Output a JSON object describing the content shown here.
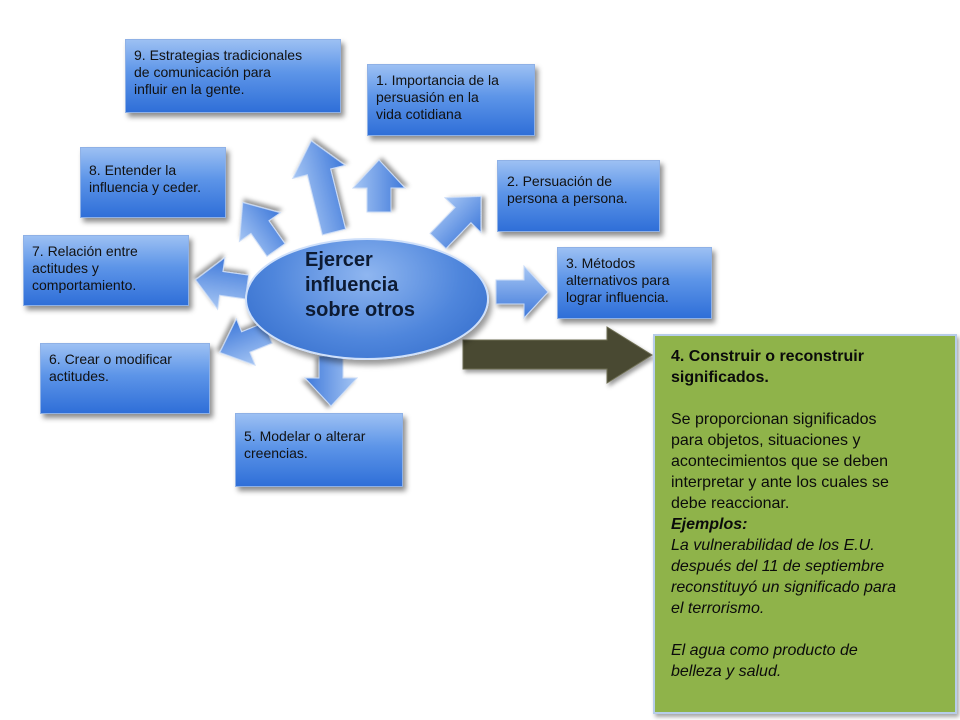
{
  "center": {
    "text": "Ejercer\ninfluencia\nsobre otros"
  },
  "boxes": {
    "b1": "1. Importancia de la\npersuasión en la\nvida cotidiana",
    "b2": "2. Persuación de\npersona a persona.",
    "b3": "3. Métodos\nalternativos para\nlograr influencia.",
    "b5": "5. Modelar o alterar\ncreencias.",
    "b6": "6. Crear o modificar\nactitudes.",
    "b7": "7.  Relación entre\nactitudes  y\ncomportamiento.",
    "b8": "8. Entender la\ninfluencia y ceder.",
    "b9": "9. Estrategias tradicionales\nde comunicación para\ninfluir en la gente."
  },
  "highlight": {
    "title": "4. Construir o reconstruir\nsignificados.",
    "body": "Se proporcionan significados\npara objetos, situaciones y\nacontecimientos que se deben\ninterpretar y ante los cuales se\ndebe reaccionar.",
    "examples_label": "Ejemplos:",
    "example1": "La vulnerabilidad de los E.U.\ndespués del 11 de septiembre\nreconstituyó un significado para\nel terrorismo.",
    "example2": "El agua como producto de\nbelleza y salud."
  },
  "colors": {
    "box_blue": "#4f86dc",
    "highlight_green": "#8fb34a",
    "dark_arrow": "#4a4a32"
  }
}
